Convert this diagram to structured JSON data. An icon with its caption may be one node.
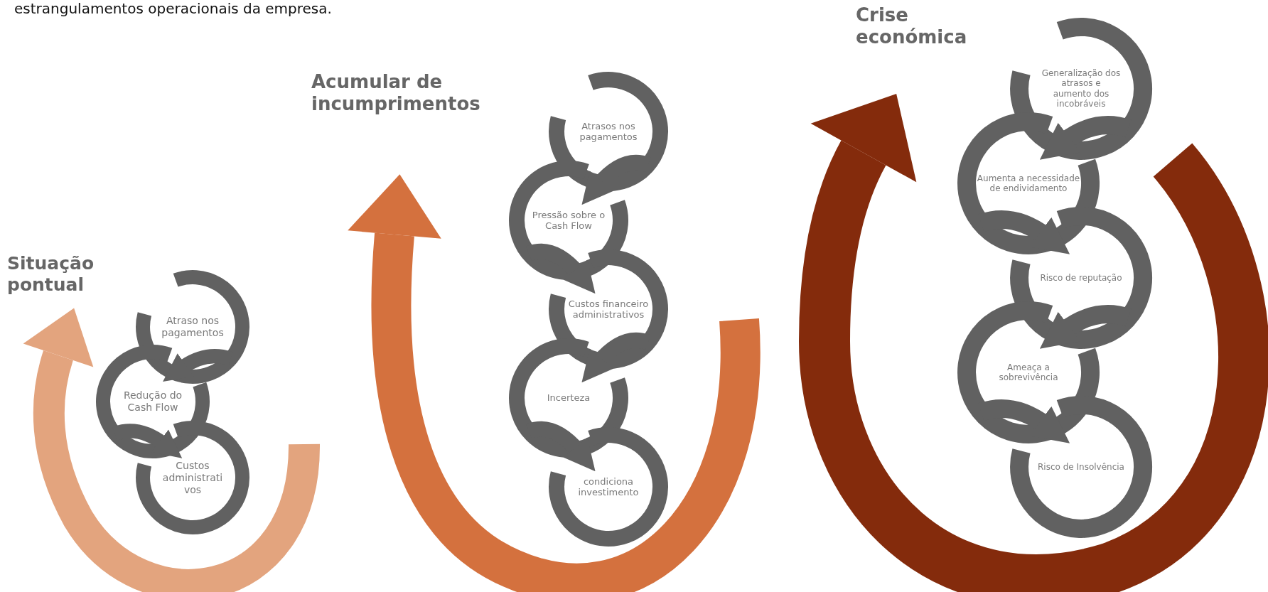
{
  "diagram": {
    "nodes": [
      {
        "text": [
          "Atraso nos pagamentos"
        ]
      },
      {
        "text": [
          "Redução do Cash Flow"
        ]
      },
      {
        "text": [
          "Custos administrati vos"
        ]
      },
      {
        "text": [
          "Atrasos nos pagamentos"
        ]
      },
      {
        "text": [
          "Pressão sobre o Cash Flow"
        ]
      },
      {
        "text": [
          "Custos financeiro administrativos"
        ]
      },
      {
        "text": [
          "Incerteza"
        ]
      },
      {
        "text": [
          "condiciona investimento"
        ]
      },
      {
        "text": [
          "Generalização dos atrasos e aumento dos incobráveis"
        ]
      },
      {
        "text": [
          "Aumenta a necessidade de endividamento"
        ]
      },
      {
        "text": [
          "Risco de reputação"
        ]
      },
      {
        "text": [
          "Ameaça a sobrevivência"
        ]
      },
      {
        "text": [
          "Risco de Insolvência"
        ]
      }
    ],
    "edges": [
      {
        "from": 0,
        "to": 1,
        "arrow": "to"
      },
      {
        "from": 1,
        "to": 2,
        "arrow": "to"
      },
      {
        "from": 3,
        "to": 4,
        "arrow": "to"
      },
      {
        "from": 4,
        "to": 5,
        "arrow": "to"
      },
      {
        "from": 5,
        "to": 6,
        "arrow": "to"
      },
      {
        "from": 6,
        "to": 7,
        "arrow": "to"
      },
      {
        "from": 8,
        "to": 9,
        "arrow": "to"
      },
      {
        "from": 9,
        "to": 10,
        "arrow": "to"
      },
      {
        "from": 10,
        "to": 11,
        "arrow": "to"
      },
      {
        "from": 11,
        "to": 12,
        "arrow": "to"
      }
    ],
    "labels": [
      "estrangulamentos operacionais da empresa.",
      "Crise económica",
      "Acumular de incumprimentos",
      "Situação pontual"
    ]
  }
}
